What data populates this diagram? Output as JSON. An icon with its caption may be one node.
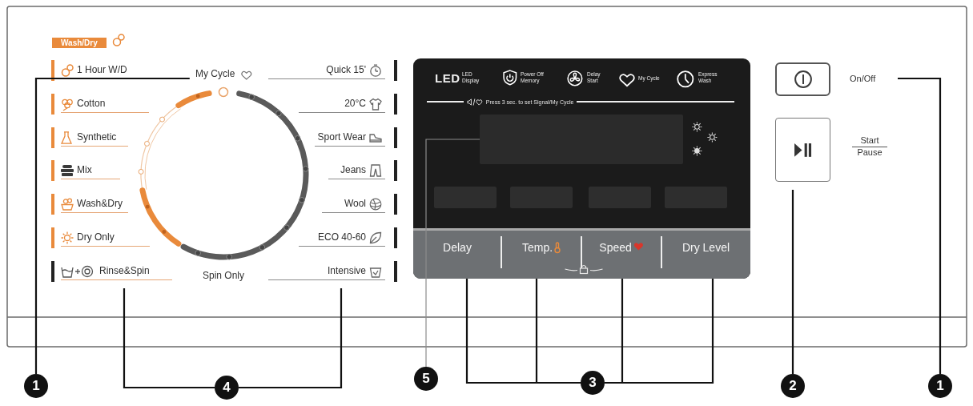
{
  "diagram": {
    "nodes": [
      {
        "text": [
          "1 Hour W/D",
          "Cotton",
          "Synthetic",
          "Mix",
          "Wash&Dry",
          "Dry Only",
          "Rinse&Spin"
        ]
      },
      {
        "text": [],
        "shape": "circle",
        "beside": [
          "My Cycle",
          "Spin Only"
        ]
      },
      {
        "text": [
          "Quick 15'",
          "20°C",
          "Sport Wear",
          "Jeans",
          "Wool",
          "ECO 40-60",
          "Intensive"
        ]
      },
      {
        "text": [
          "LED",
          "LED Display",
          "Power Off Memory",
          "Delay Start",
          "My Cycle",
          "Express Wash",
          "Press 3 sec. to set Signal/My Cycle"
        ]
      },
      {
        "text": [],
        "shape": "box",
        "in": 3
      },
      {
        "text": [],
        "shape": "box",
        "in": 3
      },
      {
        "text": [],
        "shape": "box",
        "in": 3
      },
      {
        "text": [],
        "shape": "box",
        "in": 3
      },
      {
        "text": [],
        "shape": "box",
        "in": 3
      },
      {
        "text": [
          "Delay"
        ],
        "in": 3
      },
      {
        "text": [
          "Temp."
        ],
        "in": 3
      },
      {
        "text": [
          "Speed"
        ],
        "in": 3
      },
      {
        "text": [
          "Dry Level"
        ],
        "in": 3
      },
      {
        "text": [],
        "shape": "box"
      },
      {
        "text": [
          "On/Off"
        ]
      },
      {
        "text": [],
        "shape": "box",
        "beside": [
          "Start Pause"
        ]
      },
      {
        "text": [
          "1"
        ]
      },
      {
        "text": [
          "4"
        ]
      },
      {
        "text": [
          "5"
        ]
      },
      {
        "text": [
          "3"
        ]
      },
      {
        "text": [
          "2"
        ]
      },
      {
        "text": [
          "1"
        ]
      }
    ],
    "edges": [
      {
        "from": 16,
        "to": 1,
        "arrow": "none"
      },
      {
        "from": 17,
        "to": 0,
        "arrow": "none"
      },
      {
        "from": 17,
        "to": 2,
        "arrow": "none"
      },
      {
        "from": 18,
        "to": 4,
        "arrow": "none",
        "color": "#8c8c8c"
      },
      {
        "from": 19,
        "to": 9,
        "arrow": "none"
      },
      {
        "from": 19,
        "to": 10,
        "arrow": "none"
      },
      {
        "from": 19,
        "to": 11,
        "arrow": "none"
      },
      {
        "from": 19,
        "to": 12,
        "arrow": "none"
      },
      {
        "from": 20,
        "to": 15,
        "arrow": "none"
      },
      {
        "from": 21,
        "to": 14,
        "arrow": "none"
      }
    ],
    "labels": [
      "Wash/Dry"
    ]
  }
}
